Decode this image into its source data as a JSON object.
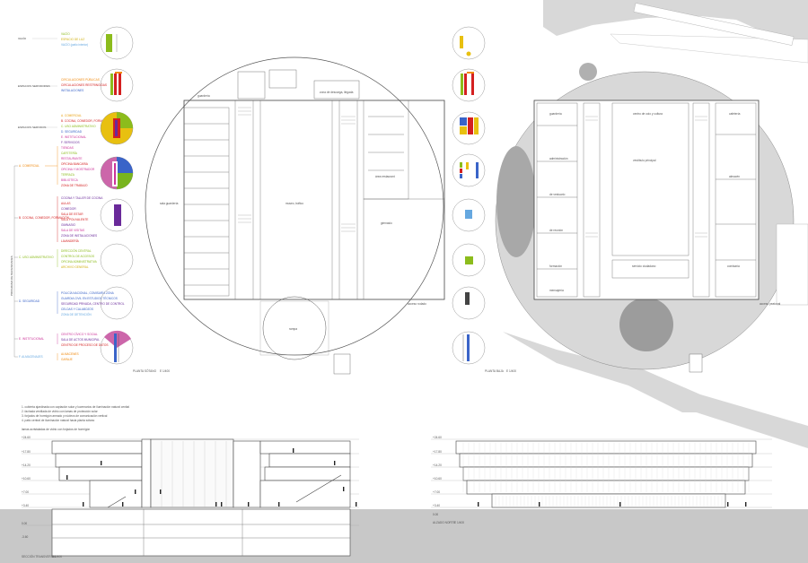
{
  "colors": {
    "olive": "#8cbc1c",
    "yellow": "#e8c010",
    "red": "#d42020",
    "orange": "#f08a10",
    "magenta": "#cc3399",
    "purple": "#6a2a9a",
    "blue": "#3a64c8",
    "lightblue": "#66a8e0",
    "green": "#78b41e",
    "grey": "#c8c8c8",
    "darkgrey": "#9c9c9c",
    "line": "#444444"
  },
  "legend": {
    "top_group_label": "VACÍO",
    "top_items": [
      "VACÍO",
      "ESPACIO DE LUZ",
      "VACÍO (patio interior)"
    ],
    "group2_label": "ESPACIOS SERVIDORES",
    "group2_items": [
      "CIRCULACIONES PÚBLICAS",
      "CIRCULACIONES RESTRINGIDAS",
      "INSTALACIONES"
    ],
    "group3_label": "ESPACIOS SERVIDOS",
    "group3_items": [
      "A. COMERCIAL",
      "B. COCINA, COMEDOR, FORMACIÓN",
      "C. USO ADMINISTRATIVO",
      "D. SEGURIDAD",
      "E. INSTITUCIONAL",
      "F. SERVICIOS"
    ],
    "vertical_label": "PROGRAMA DE NECESIDADES",
    "branches": [
      {
        "label": "A. COMERCIAL",
        "items": [
          "TIENDAS",
          "CAFETERÍA",
          "RESTAURANTE",
          "OFICINA BANCARIA",
          "OFICINA Y MOSTRADOR",
          "TERRAZA",
          "BIBLIOTECA",
          "ZONA DE TRABAJO"
        ]
      },
      {
        "label": "B. COCINA, COMEDOR, FORMACIÓN",
        "items": [
          "COCINA Y TALLER DE COCINA",
          "AULAS",
          "COMEDOR",
          "SALA DE ESTAR",
          "SALA POLIVALENTE",
          "GIMNASIO",
          "SALA DE VISITAS",
          "ZONA DE INSTALACIONES",
          "LAVANDERÍA"
        ]
      },
      {
        "label": "C. USO ADMINISTRATIVO",
        "items": [
          "DIRECCIÓN CENTRAL",
          "CONTROL DE ACCESOS",
          "OFICINA ADMINISTRATIVA",
          "ARCHIVO GENERAL"
        ]
      },
      {
        "label": "D. SEGURIDAD",
        "items": [
          "POLICÍA NACIONAL, COMISARÍA ZONA",
          "GUARDIA CIVIL EN ESTUDIOS TÉCNICOS",
          "SEGURIDAD PRIVADA, CENTRO DE CONTROL",
          "CELDAS Y CALABOZOS",
          "ZONA DE DETENCIÓN"
        ]
      },
      {
        "label": "E. INSTITUCIONAL",
        "items": [
          "CENTRO CÍVICO Y SOCIAL",
          "SALA DE ACTOS MUNICIPAL",
          "CENTRO DE PROCESO DE DATOS"
        ]
      },
      {
        "label": "F. ALMACENAJES",
        "items": [
          "ALMACENES",
          "GARAJE"
        ]
      }
    ]
  },
  "plan_left": {
    "title": "PLANTA SÓTANO",
    "scale": "E 1/400",
    "rooms": [
      "guardería",
      "sala guardería",
      "museo, tráfico",
      "área restaurant",
      "gimnasio",
      "zona de descarga, llegada",
      "rampa"
    ],
    "note": "acceso rodado"
  },
  "plan_right": {
    "title": "PLANTA BAJA",
    "scale": "E 1/400",
    "rooms": [
      "guardería",
      "centro de ocio y cultura",
      "vestíbulo principal",
      "cafetería",
      "comisaría",
      "servicio ciudadano",
      "administración",
      "almacén",
      "formación",
      "mensajería",
      "de vestuario",
      "de reunión"
    ],
    "note": "acceso peatonal"
  },
  "section": {
    "title": "SECCIÓN TRANSVERSAL",
    "scale": "E 1/400",
    "notes": [
      "1. cubierta ajardinada con captación solar y lucernarios de iluminación natural cenital",
      "2. fachada ventilada de vidrio con lamas de protección solar",
      "3. forjados de hormigón armado y núcleos de comunicación vertical",
      "4. patio central de iluminación natural hacia planta sótano"
    ],
    "note_tail": "lamas acristaladas de vidrio con forjados de hormigón",
    "levels": [
      "+24.60",
      "+17.80",
      "+14.20",
      "+10.60",
      "+7.00",
      "+3.40",
      "0.00",
      "-3.60"
    ]
  },
  "elevation": {
    "title": "ALZADO NORTE",
    "scale": "E 1/400",
    "levels": [
      "+24.60",
      "+17.80",
      "+14.20",
      "+10.60",
      "+7.00",
      "+3.40",
      "0.00"
    ]
  }
}
